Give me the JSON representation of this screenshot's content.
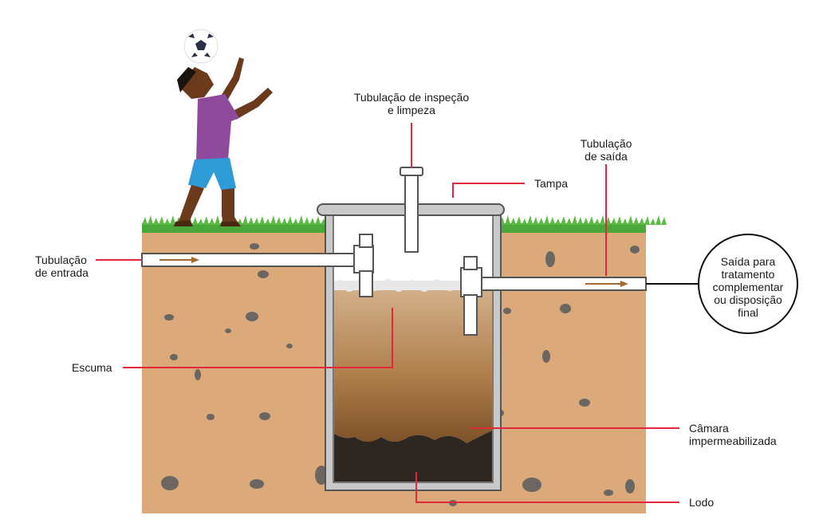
{
  "labels": {
    "inspection_pipe_line1": "Tubulação de inspeção",
    "inspection_pipe_line2": "e limpeza",
    "lid": "Tampa",
    "outlet_pipe_line1": "Tubulação",
    "outlet_pipe_line2": "de saída",
    "inlet_pipe_line1": "Tubulação",
    "inlet_pipe_line2": "de entrada",
    "scum": "Escuma",
    "chamber_line1": "Câmara",
    "chamber_line2": "impermeabilizada",
    "sludge": "Lodo",
    "destination_line1": "Saída para",
    "destination_line2": "tratamento",
    "destination_line3": "complementar",
    "destination_line4": "ou disposição",
    "destination_line5": "final"
  },
  "colors": {
    "soil": "#dba97a",
    "grass": "#4aa83a",
    "callout_line": "#e2283a",
    "stone": "#6b6661",
    "tank_wall": "#c9c9c9",
    "scum": "#e8e8e8",
    "liquid_top": "#caa67a",
    "liquid_bottom": "#8a5a2c",
    "sludge": "#2e2620",
    "flow_arrow": "#a06a32",
    "shirt": "#8e4a9b",
    "shorts": "#2e9ad6",
    "skin": "#6b3a1c"
  }
}
